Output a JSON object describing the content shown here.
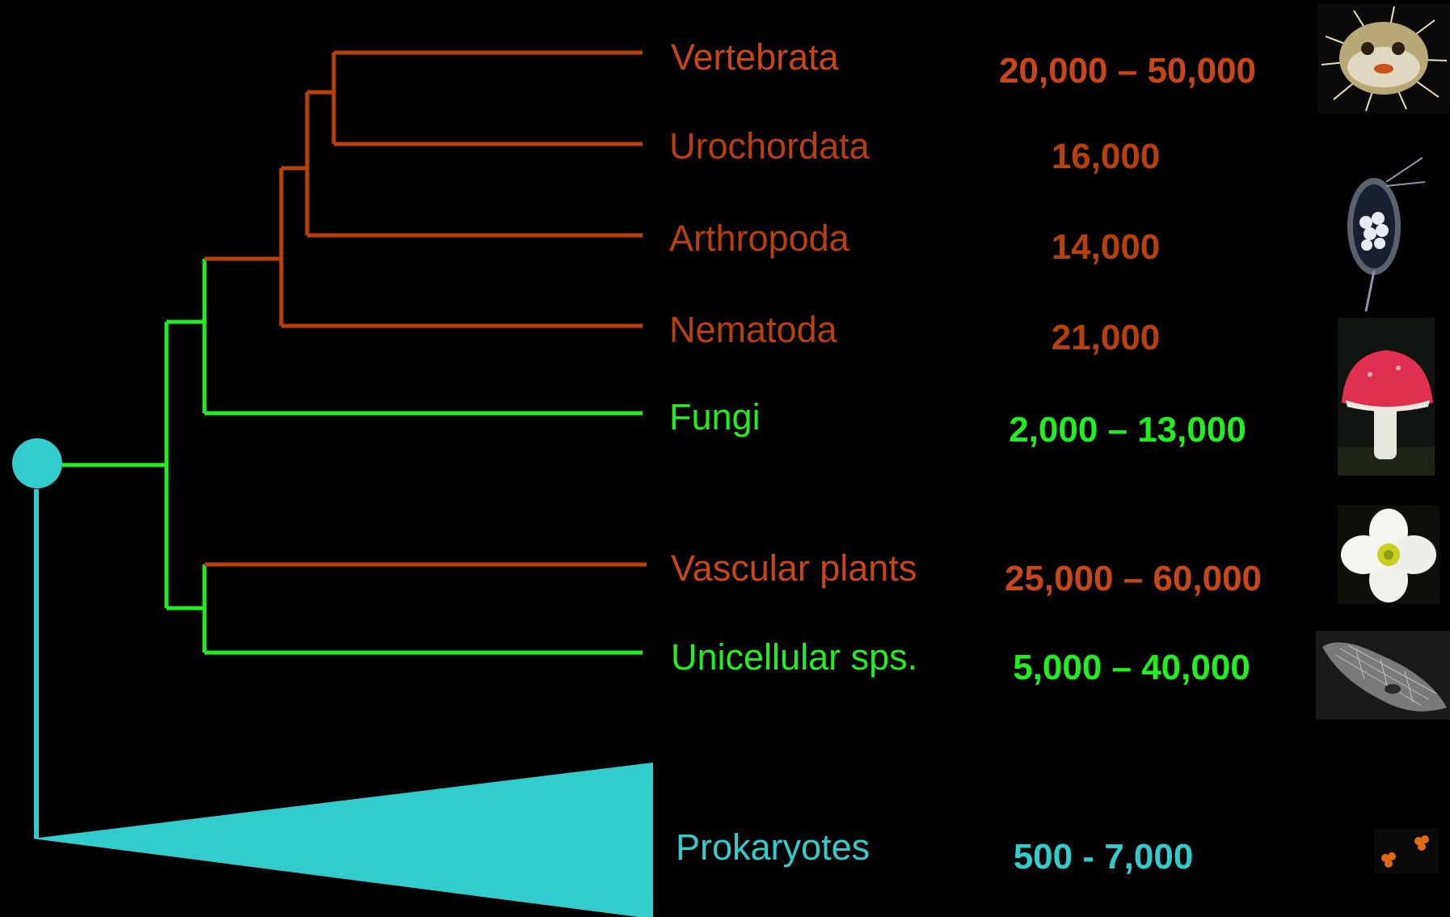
{
  "colors": {
    "background": "#000000",
    "animal_branch": "#b8400e",
    "green_branch": "#22ee22",
    "root": "#33cccc"
  },
  "taxa": [
    {
      "name": "Vertebrata",
      "genes": "20,000 – 50,000",
      "color": "#c8471a",
      "icon": "pufferfish-photo-icon"
    },
    {
      "name": "Urochordata",
      "genes": "16,000",
      "color": "#b8400e",
      "icon": "water-flea-photo-icon"
    },
    {
      "name": "Arthropoda",
      "genes": "14,000",
      "color": "#b8400e",
      "icon": ""
    },
    {
      "name": "Nematoda",
      "genes": "21,000",
      "color": "#b8400e",
      "icon": ""
    },
    {
      "name": "Fungi",
      "genes": "2,000 – 13,000",
      "color": "#22ee22",
      "icon": "mushroom-photo-icon"
    },
    {
      "name": "Vascular plants",
      "genes": "25,000 – 60,000",
      "color": "#c8471a",
      "icon": "flower-photo-icon"
    },
    {
      "name": "Unicellular sps.",
      "genes": "5,000 – 40,000",
      "color": "#22ee22",
      "icon": "paramecium-photo-icon"
    },
    {
      "name": "Prokaryotes",
      "genes": "500  - 7,000",
      "color": "#33cccc",
      "icon": "bacteria-cells-icon"
    }
  ]
}
